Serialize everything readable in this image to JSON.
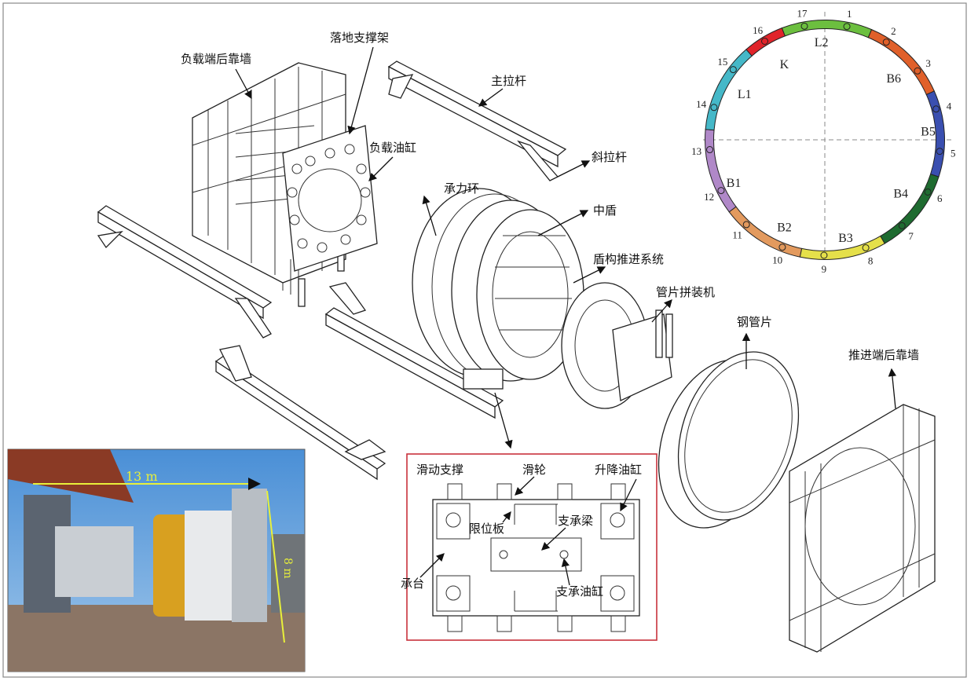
{
  "labels": {
    "load_end_wall": "负载端后靠墙",
    "floor_support_frame": "落地支撑架",
    "main_tie_rod": "主拉杆",
    "load_cylinder": "负载油缸",
    "diagonal_tie_rod": "斜拉杆",
    "bearing_ring": "承力环",
    "middle_shield": "中盾",
    "shield_thrust_system": "盾构推进系统",
    "segment_erector": "管片拼装机",
    "steel_segment": "钢管片",
    "thrust_end_wall": "推进端后靠墙"
  },
  "detail_box": {
    "sliding_support": "滑动支撑",
    "pulley": "滑轮",
    "lifting_cylinder": "升降油缸",
    "limit_plate": "限位板",
    "support_beam": "支承梁",
    "platform": "承台",
    "support_cylinder": "支承油缸",
    "border_color": "#c8323c"
  },
  "photo": {
    "length_label": "13 m",
    "height_label": "8 m",
    "annotation_color": "#e8f03a"
  },
  "ring": {
    "segments": [
      {
        "name": "L2",
        "color": "#6cbf3f"
      },
      {
        "name": "B6",
        "color": "#e0602a"
      },
      {
        "name": "B5",
        "color": "#3a4fb0"
      },
      {
        "name": "B4",
        "color": "#1e6b30"
      },
      {
        "name": "B3",
        "color": "#e5e04a"
      },
      {
        "name": "B2",
        "color": "#e39a5e"
      },
      {
        "name": "B1",
        "color": "#b088c8"
      },
      {
        "name": "L1",
        "color": "#45b8c8"
      },
      {
        "name": "K",
        "color": "#e0242a"
      }
    ],
    "points": [
      "1",
      "2",
      "3",
      "4",
      "5",
      "6",
      "7",
      "8",
      "9",
      "10",
      "11",
      "12",
      "13",
      "14",
      "15",
      "16",
      "17"
    ]
  }
}
